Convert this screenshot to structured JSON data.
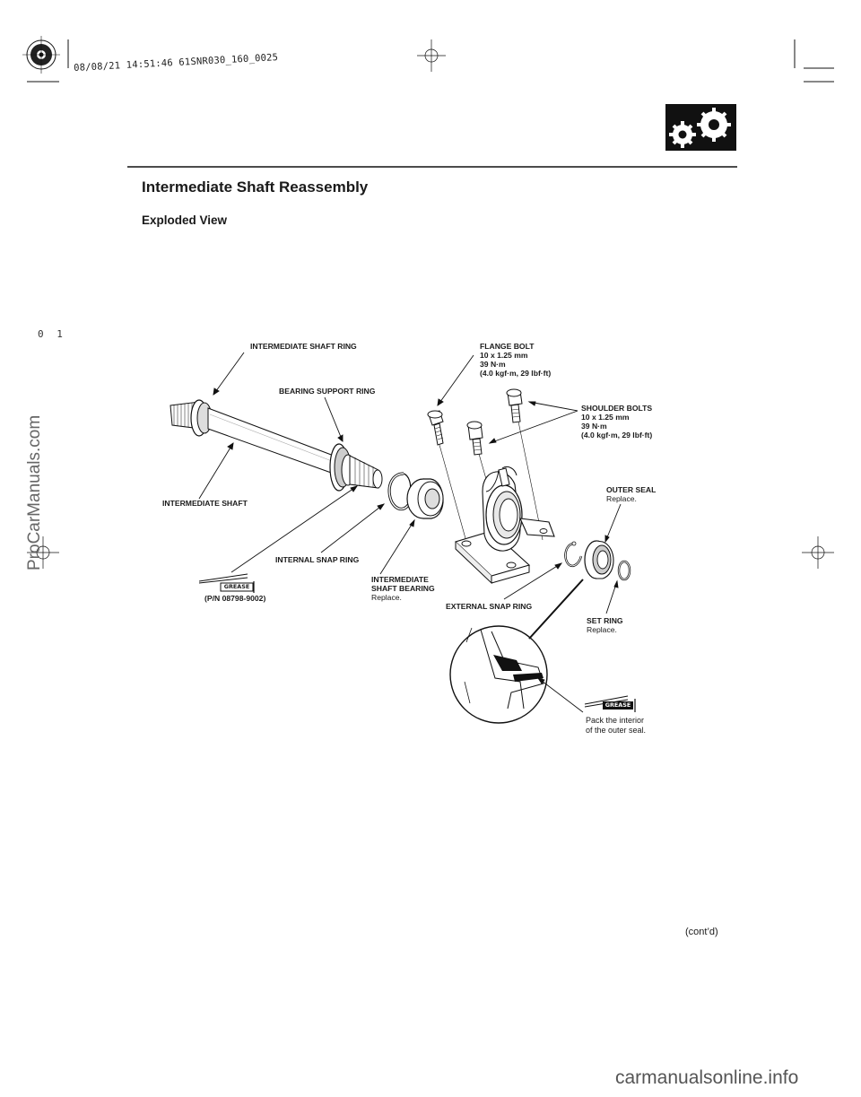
{
  "header": {
    "timestamp": "08/08/21 14:51:46 61SNR030_160_0025",
    "title": "Intermediate Shaft Reassembly",
    "subtitle": "Exploded View",
    "side_mark": "0 1"
  },
  "labels": {
    "intermediate_shaft_ring": "INTERMEDIATE SHAFT RING",
    "bearing_support_ring": "BEARING SUPPORT RING",
    "intermediate_shaft": "INTERMEDIATE SHAFT",
    "flange_bolt": {
      "name": "FLANGE BOLT",
      "size": "10 x 1.25 mm",
      "torque": "39 N·m",
      "torque_alt": "(4.0 kgf·m, 29 lbf·ft)"
    },
    "shoulder_bolts": {
      "name": "SHOULDER BOLTS",
      "size": "10 x 1.25 mm",
      "torque": "39 N·m",
      "torque_alt": "(4.0 kgf·m, 29 lbf·ft)"
    },
    "outer_seal": {
      "name": "OUTER SEAL",
      "note": "Replace."
    },
    "internal_snap_ring": "INTERNAL SNAP RING",
    "intermediate_shaft_bearing": {
      "line1": "INTERMEDIATE",
      "line2": "SHAFT BEARING",
      "note": "Replace."
    },
    "external_snap_ring": "EXTERNAL SNAP RING",
    "set_ring": {
      "name": "SET RING",
      "note": "Replace."
    },
    "grease_part_number": "(P/N 08798-9002)",
    "grease_badge": "GREASE",
    "pack_note": {
      "line1": "Pack the interior",
      "line2": "of the outer seal."
    }
  },
  "footer": {
    "contd": "(cont’d)"
  },
  "watermarks": {
    "side": "ProCarManuals.com",
    "bottom": "carmanualsonline.info"
  }
}
